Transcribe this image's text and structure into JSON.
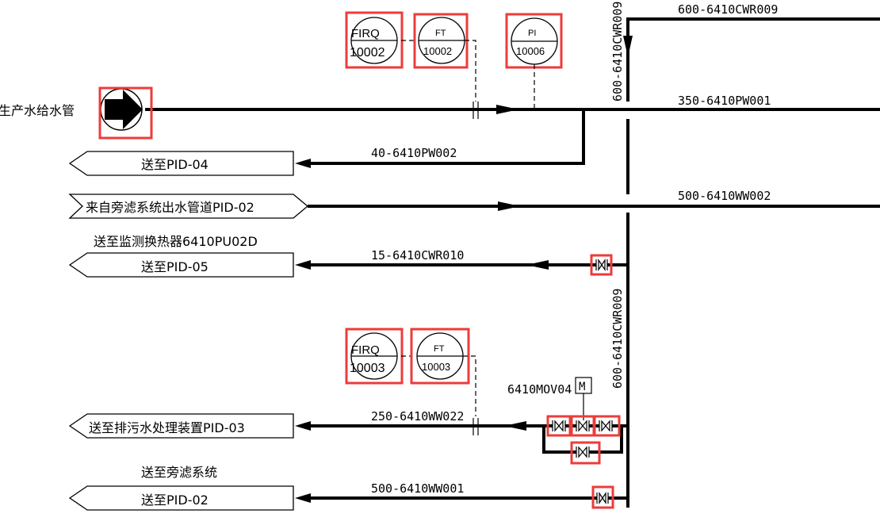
{
  "diagram": {
    "pipes": {
      "cwr009_top": "600-6410CWR009",
      "cwr009_vertical_top": "600-6410CWR009",
      "cwr009_vertical_bottom": "600-6410CWR009",
      "pw001": "350-6410PW001",
      "pw002": "40-6410PW002",
      "ww002": "500-6410WW002",
      "cwr010": "15-6410CWR010",
      "ww022": "250-6410WW022",
      "ww001": "500-6410WW001"
    },
    "labels": {
      "inlet": "生产水给水管",
      "to_pid04": "送至PID-04",
      "from_pid02": "来自旁滤系统出水管道PID-02",
      "hx_note": "送至监测换热器6410PU02D",
      "to_pid05": "送至PID-05",
      "to_pid03": "送至排污水处理装置PID-03",
      "sidefilter_note": "送至旁滤系统",
      "to_pid02": "送至PID-02",
      "mov": "6410MOV04",
      "motor": "M"
    },
    "instruments": {
      "firq1_tag": "FIRQ",
      "firq1_num": "10002",
      "ft1_tag": "FT",
      "ft1_num": "10002",
      "pi_tag": "PI",
      "pi_num": "10006",
      "firq2_tag": "FIRQ",
      "firq2_num": "10003",
      "ft2_tag": "FT",
      "ft2_num": "10003"
    },
    "colors": {
      "line": "#000000",
      "highlight": "#ee3b3b",
      "background": "#ffffff"
    }
  }
}
